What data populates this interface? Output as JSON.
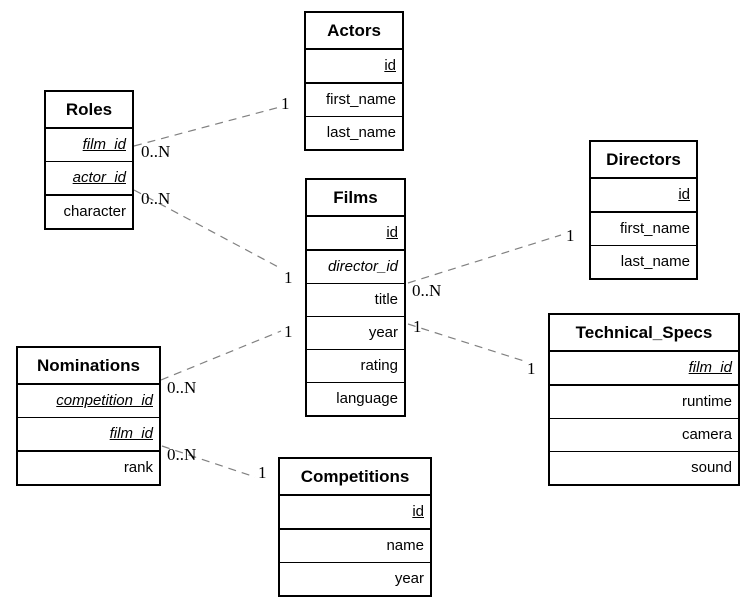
{
  "tables": [
    {
      "name": "Roles",
      "columns": [
        {
          "label": "film_id",
          "key": "primary foreign"
        },
        {
          "label": "actor_id",
          "key": "primary foreign"
        },
        {
          "label": "character",
          "key": "none"
        }
      ]
    },
    {
      "name": "Actors",
      "columns": [
        {
          "label": "id",
          "key": "primary"
        },
        {
          "label": "first_name",
          "key": "none"
        },
        {
          "label": "last_name",
          "key": "none"
        }
      ]
    },
    {
      "name": "Films",
      "columns": [
        {
          "label": "id",
          "key": "primary"
        },
        {
          "label": "director_id",
          "key": "foreign"
        },
        {
          "label": "title",
          "key": "none"
        },
        {
          "label": "year",
          "key": "none"
        },
        {
          "label": "rating",
          "key": "none"
        },
        {
          "label": "language",
          "key": "none"
        }
      ]
    },
    {
      "name": "Directors",
      "columns": [
        {
          "label": "id",
          "key": "primary"
        },
        {
          "label": "first_name",
          "key": "none"
        },
        {
          "label": "last_name",
          "key": "none"
        }
      ]
    },
    {
      "name": "Technical_Specs",
      "columns": [
        {
          "label": "film_id",
          "key": "primary foreign"
        },
        {
          "label": "runtime",
          "key": "none"
        },
        {
          "label": "camera",
          "key": "none"
        },
        {
          "label": "sound",
          "key": "none"
        }
      ]
    },
    {
      "name": "Nominations",
      "columns": [
        {
          "label": "competition_id",
          "key": "primary foreign"
        },
        {
          "label": "film_id",
          "key": "primary foreign"
        },
        {
          "label": "rank",
          "key": "none"
        }
      ]
    },
    {
      "name": "Competitions",
      "columns": [
        {
          "label": "id",
          "key": "primary"
        },
        {
          "label": "name",
          "key": "none"
        },
        {
          "label": "year",
          "key": "none"
        }
      ]
    }
  ],
  "relationships": [
    {
      "end1": {
        "table": "Roles",
        "cardinality": "0..N"
      },
      "end2": {
        "table": "Actors",
        "cardinality": "1"
      },
      "line": "dashed"
    },
    {
      "end1": {
        "table": "Roles",
        "cardinality": "0..N"
      },
      "end2": {
        "table": "Films",
        "cardinality": "1"
      },
      "line": "dashed"
    },
    {
      "end1": {
        "table": "Films",
        "cardinality": "0..N"
      },
      "end2": {
        "table": "Directors",
        "cardinality": "1"
      },
      "line": "dashed"
    },
    {
      "end1": {
        "table": "Films",
        "cardinality": "1"
      },
      "end2": {
        "table": "Technical_Specs",
        "cardinality": "1"
      },
      "line": "dashed"
    },
    {
      "end1": {
        "table": "Nominations",
        "cardinality": "0..N"
      },
      "end2": {
        "table": "Films",
        "cardinality": "1"
      },
      "line": "dashed"
    },
    {
      "end1": {
        "table": "Nominations",
        "cardinality": "0..N"
      },
      "end2": {
        "table": "Competitions",
        "cardinality": "1"
      },
      "line": "dashed"
    }
  ],
  "colors": {
    "background": "#ffffff",
    "entity_border": "#000000",
    "text": "#000000",
    "relationship_line": "#808080"
  }
}
